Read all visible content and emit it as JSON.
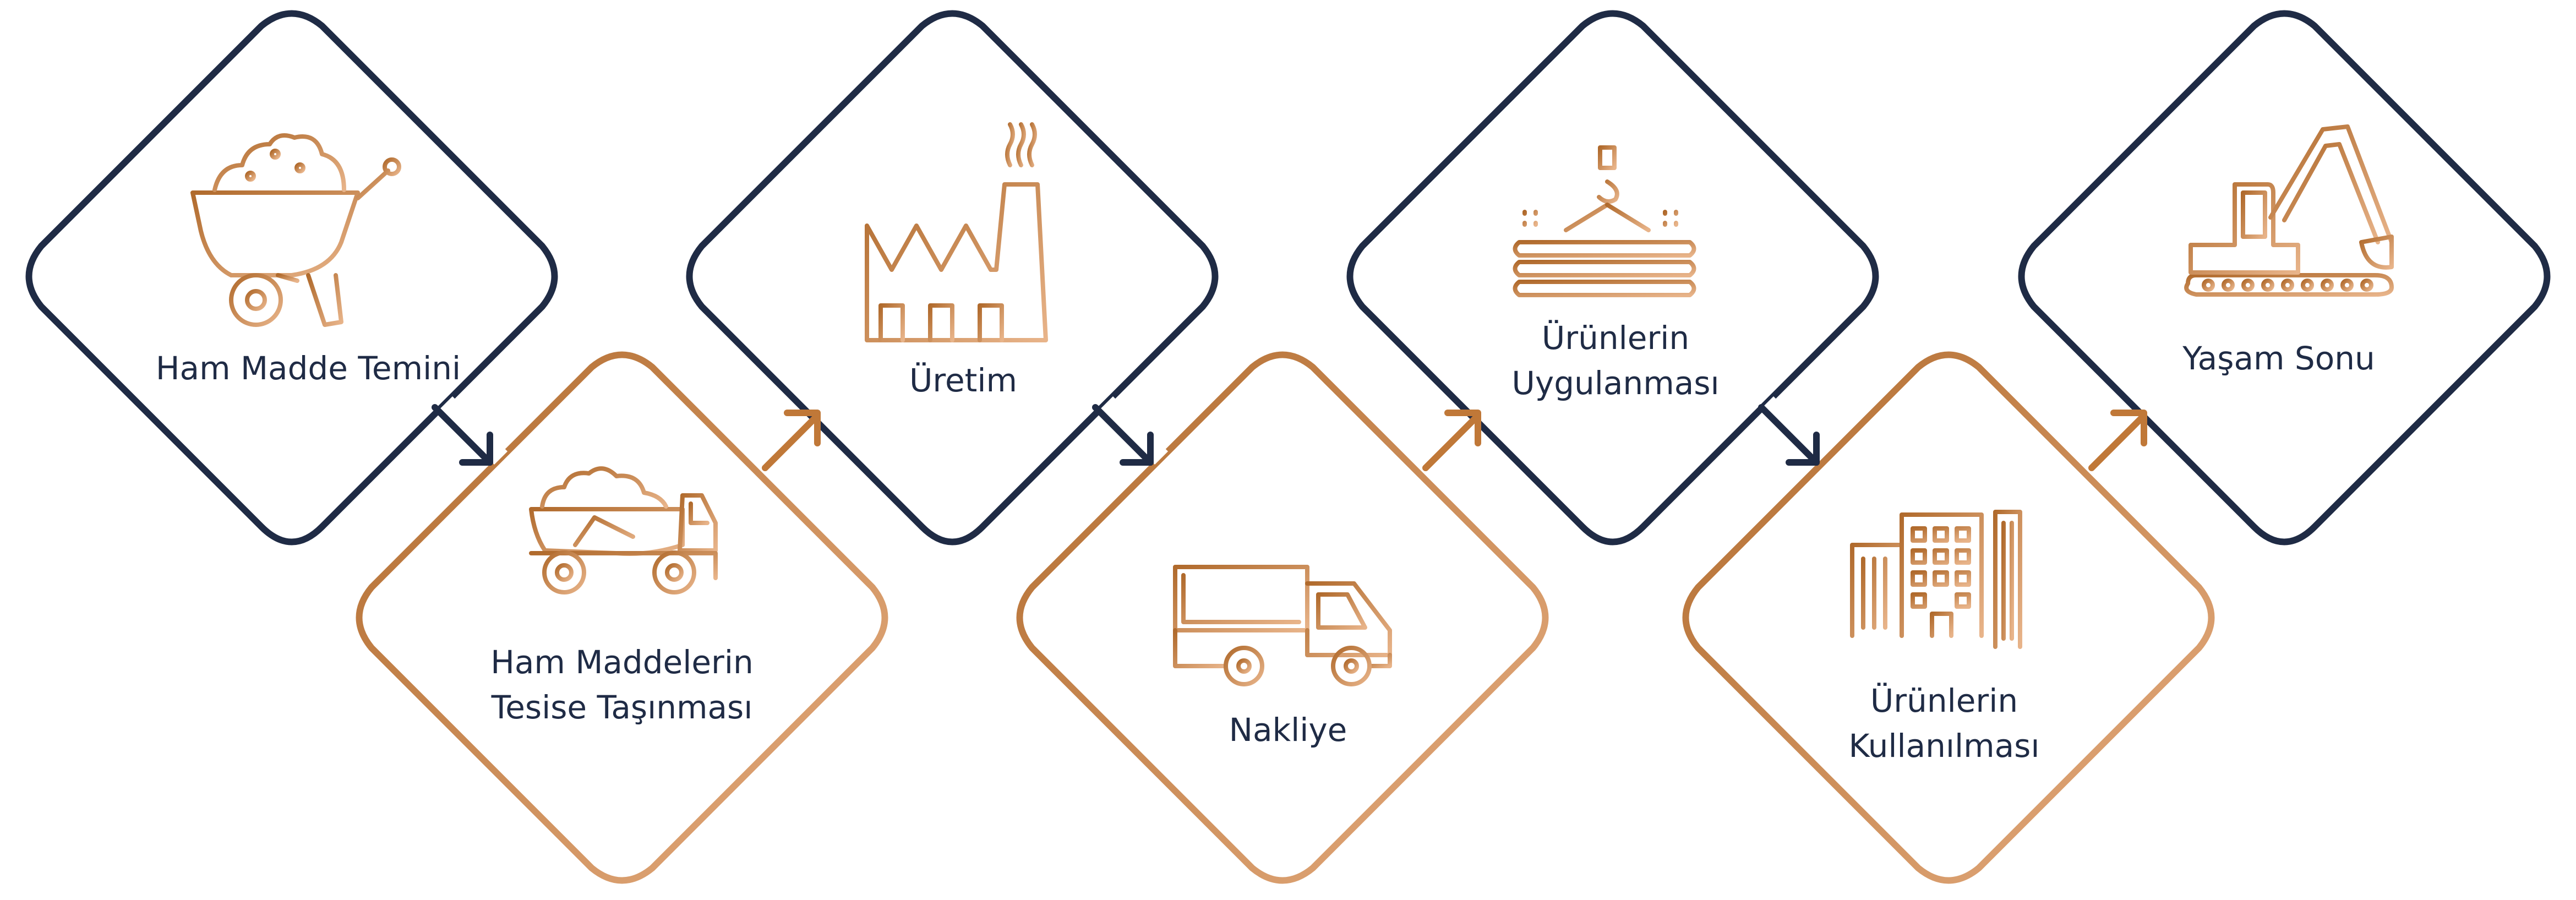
{
  "colors": {
    "navy": "#1f2b45",
    "copper_dark": "#b06a2c",
    "copper_light": "#e6ae82"
  },
  "steps": [
    {
      "line1": "Ham Madde Temini",
      "line2": "",
      "icon": "wheelbarrow-icon",
      "color": "navy"
    },
    {
      "line1": "Ham Maddelerin",
      "line2": "Tesise Taşınması",
      "icon": "dump-truck-icon",
      "color": "copper"
    },
    {
      "line1": "Üretim",
      "line2": "",
      "icon": "factory-icon",
      "color": "navy"
    },
    {
      "line1": "Nakliye",
      "line2": "",
      "icon": "delivery-truck-icon",
      "color": "copper"
    },
    {
      "line1": "Ürünlerin",
      "line2": "Uygulanması",
      "icon": "crane-hook-icon",
      "color": "navy"
    },
    {
      "line1": "Ürünlerin",
      "line2": "Kullanılması",
      "icon": "buildings-icon",
      "color": "copper"
    },
    {
      "line1": "Yaşam Sonu",
      "line2": "",
      "icon": "excavator-icon",
      "color": "navy"
    }
  ]
}
